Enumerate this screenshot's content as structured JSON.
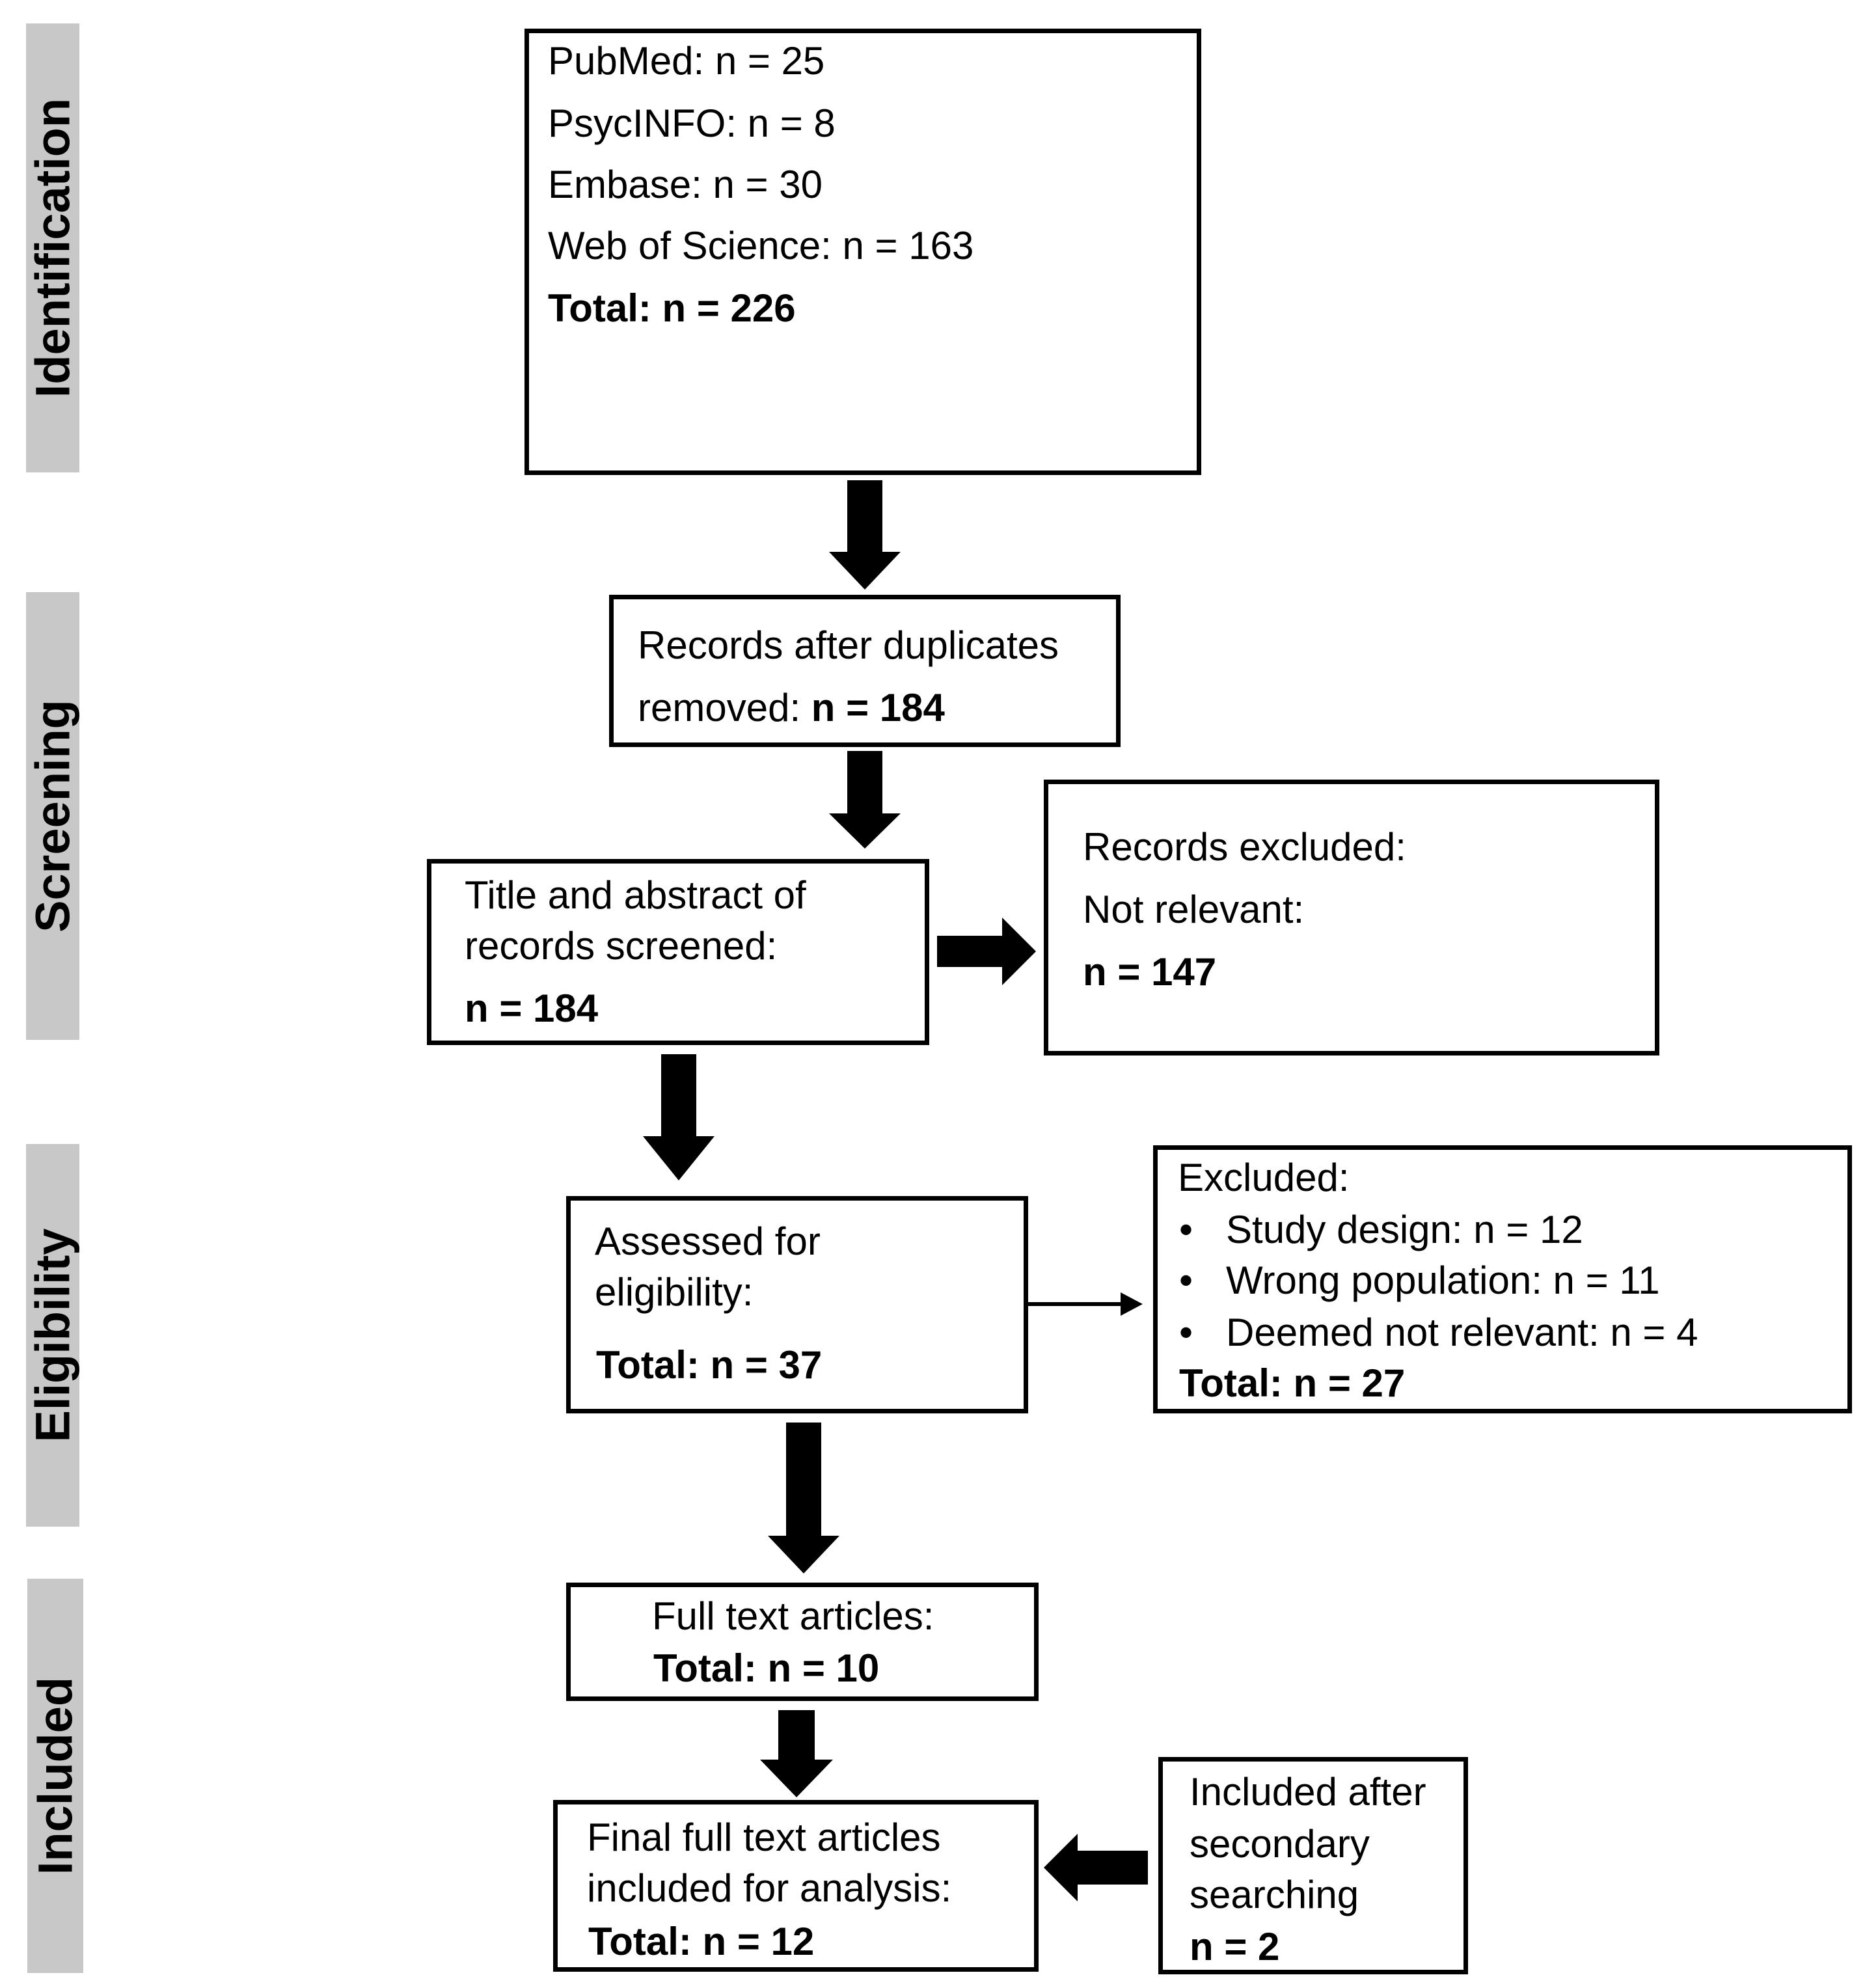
{
  "phases": {
    "identification": "Identification",
    "screening": "Screening",
    "eligibility": "Eligibility",
    "included": "Included"
  },
  "identification_box": {
    "pubmed": "PubMed: n = 25",
    "psycinfo": "PsycINFO: n = 8",
    "embase": "Embase: n = 30",
    "wos": "Web of Science: n = 163",
    "total": "Total:  n = 226"
  },
  "duplicates_box": {
    "line1": "Records after duplicates",
    "line2_prefix": "removed: ",
    "line2_value": "n = 184"
  },
  "screened_box": {
    "line1": "Title and abstract of",
    "line2": "records screened:",
    "value": "n = 184"
  },
  "excluded_records_box": {
    "line1": "Records excluded:",
    "line2": "Not relevant:",
    "value": "n = 147"
  },
  "eligibility_box": {
    "line1": "Assessed for",
    "line2": "eligibility:",
    "total": "Total:  n = 37"
  },
  "excluded_box": {
    "title": "Excluded:",
    "bullet": "•",
    "items": [
      "Study design: n = 12",
      "Wrong population: n = 11",
      "Deemed not relevant: n = 4"
    ],
    "total": "Total:  n = 27"
  },
  "fulltext_box": {
    "line1": "Full text articles:",
    "total": "Total:  n = 10"
  },
  "final_box": {
    "line1": "Final full text articles",
    "line2": "included for analysis:",
    "total": "Total:  n = 12"
  },
  "secondary_box": {
    "line1": "Included after",
    "line2": "secondary",
    "line3": "searching",
    "value": "n = 2"
  }
}
